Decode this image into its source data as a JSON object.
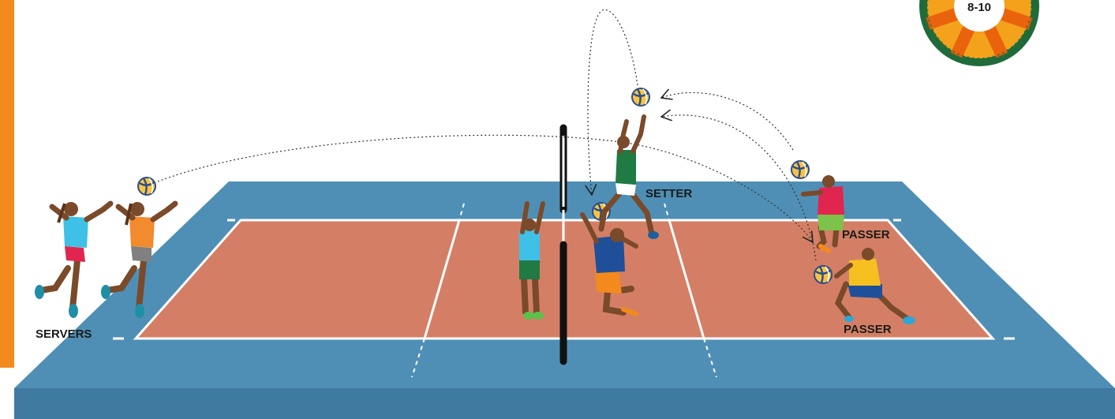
{
  "labels": {
    "servers": "SERVERS",
    "setter": "SETTER",
    "passer_top": "PASSER",
    "passer_bottom": "PASSER"
  },
  "timer": {
    "text": "8-10"
  },
  "colors": {
    "court_outer": "#4f8fb5",
    "court_front_edge": "#3f7aa0",
    "court_inner": "#d47f65",
    "court_lines": "#ffffff",
    "net": "#111111",
    "left_accent": "#f28a1e",
    "timer_ring": "#1f6b3a",
    "timer_fill": "#f4a21c",
    "ball_yellow": "#f6c445",
    "ball_blue": "#2b4d8c"
  },
  "icons": [
    "volleyball-icon",
    "timer-icon",
    "player-figure",
    "trajectory-arrow"
  ]
}
